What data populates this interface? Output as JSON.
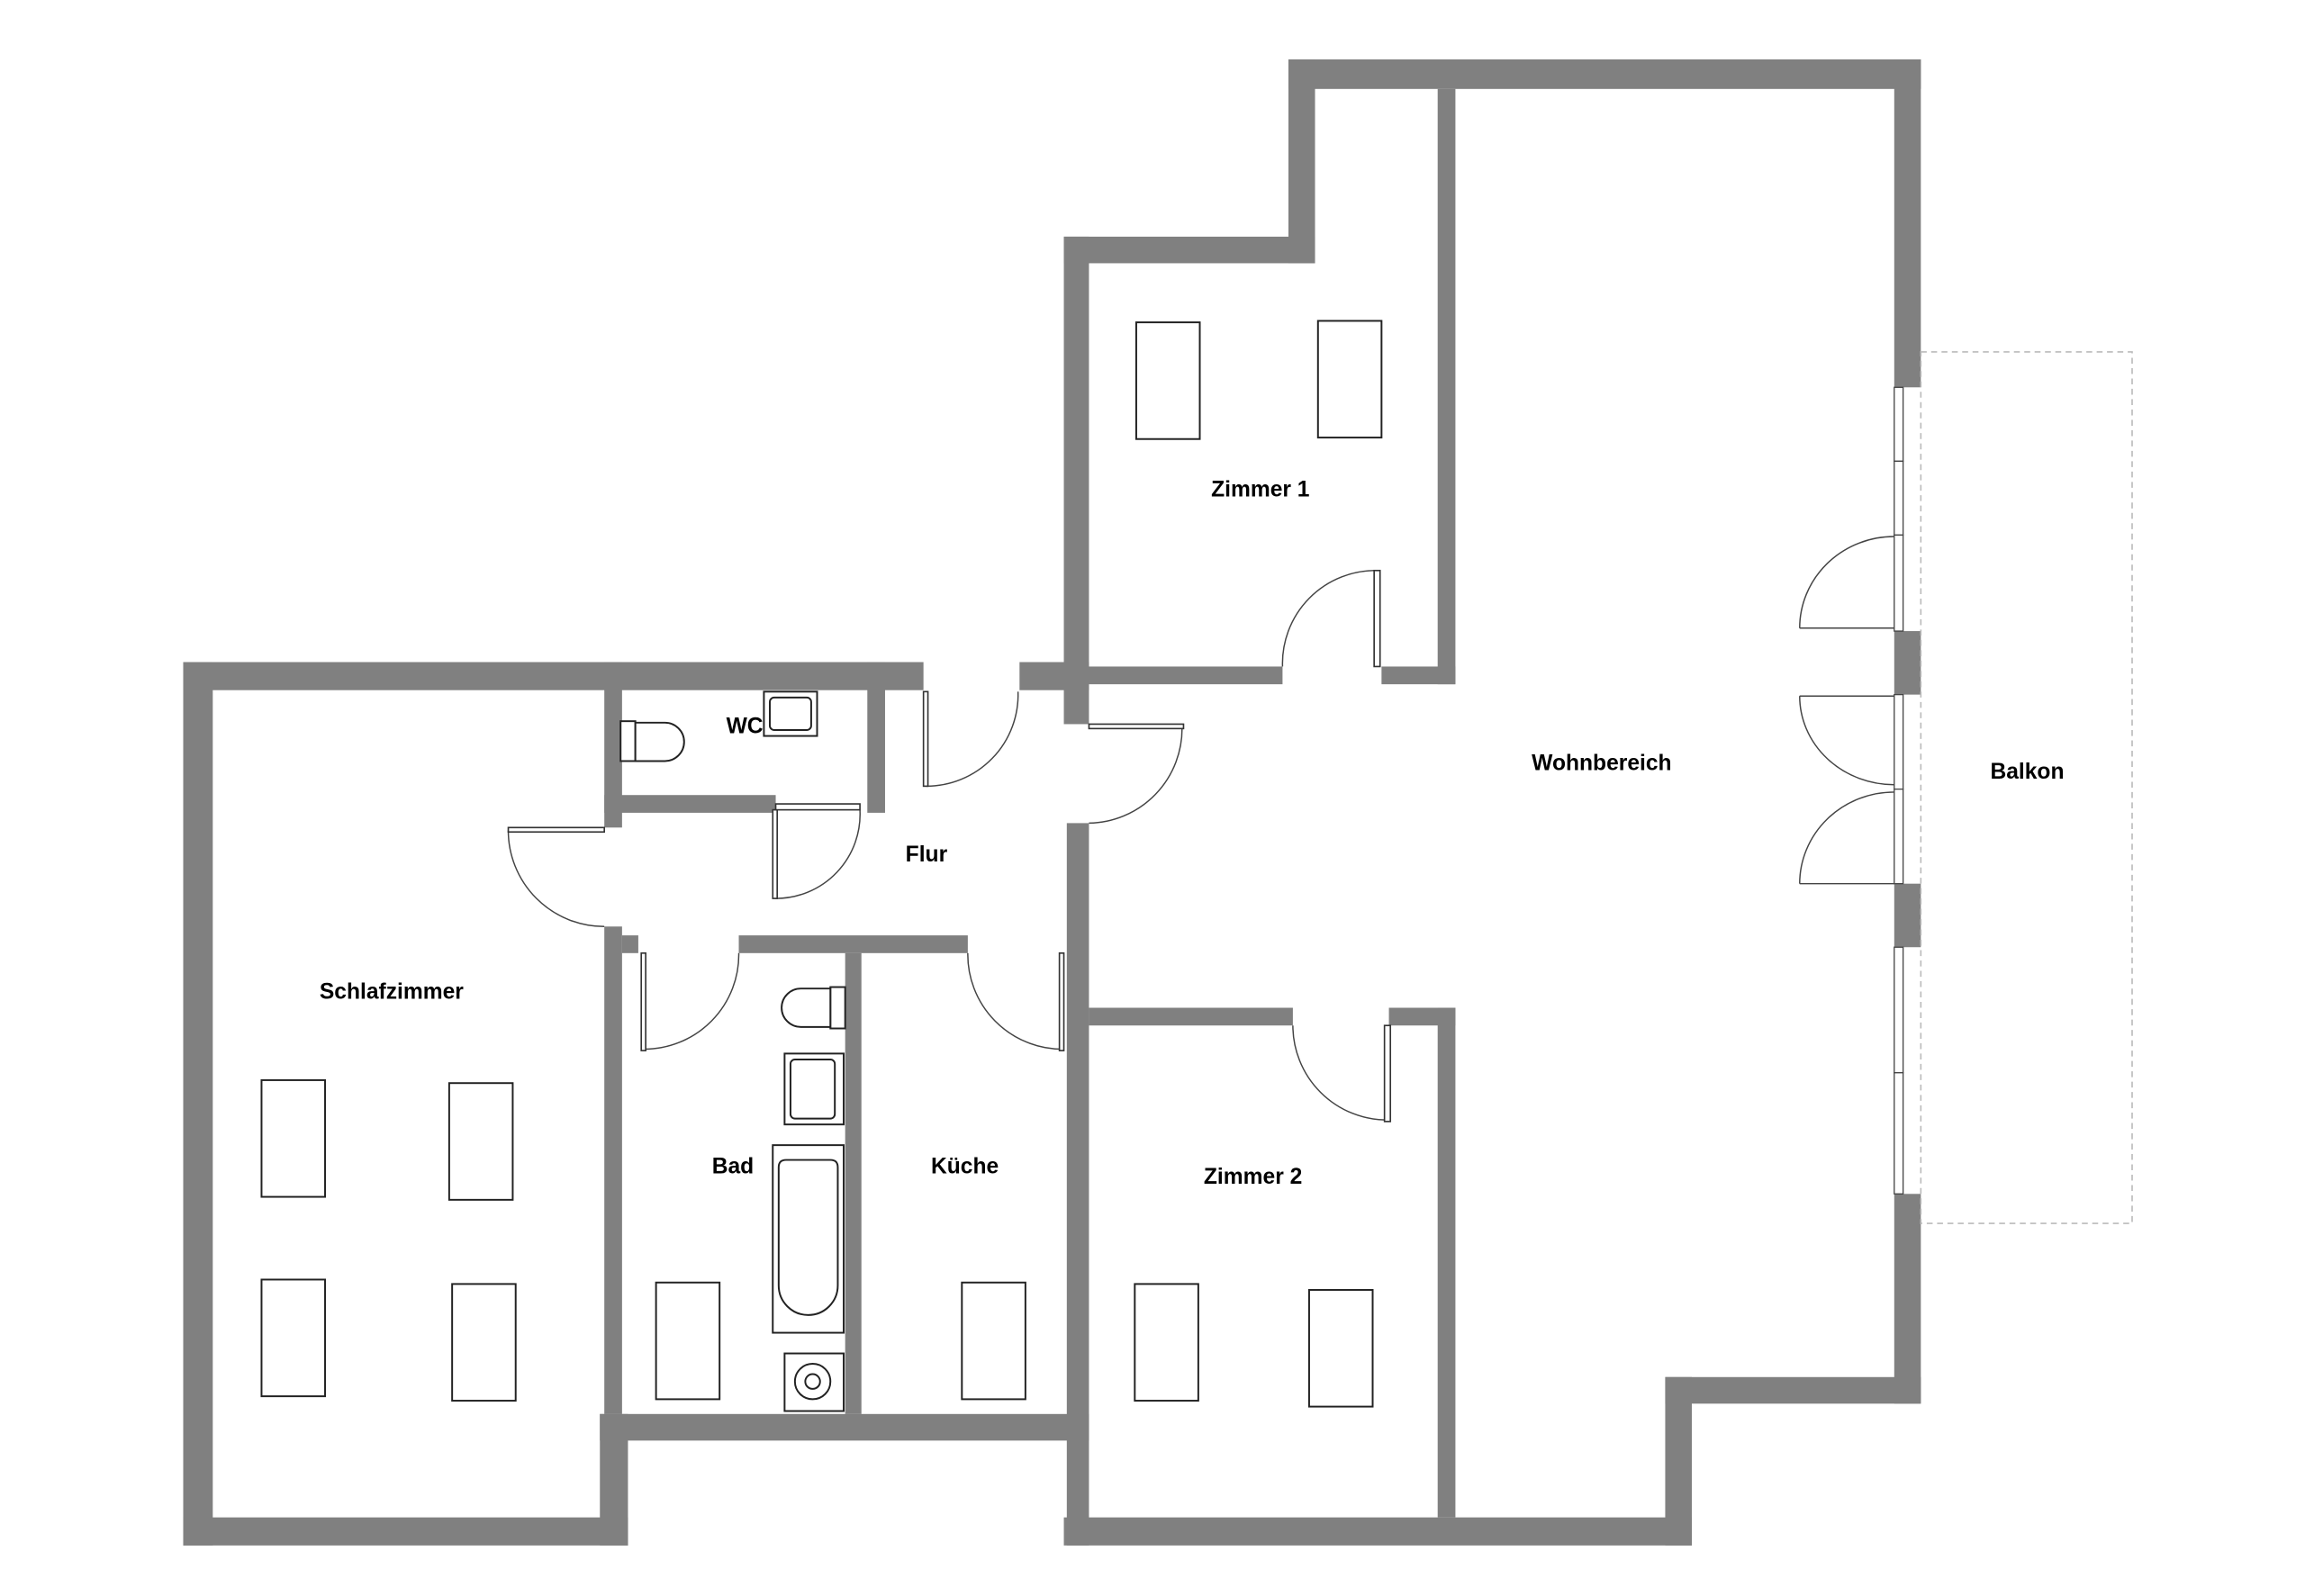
{
  "floorplan": {
    "rooms": {
      "schlafzimmer": "Schlafzimmer",
      "wc": "WC",
      "flur": "Flur",
      "bad": "Bad",
      "kueche": "Küche",
      "zimmer1": "Zimmer 1",
      "zimmer2": "Zimmer 2",
      "wohnbereich": "Wohnbereich",
      "balkon": "Balkon"
    },
    "colors": {
      "wall": "#808080",
      "background": "#ffffff"
    }
  }
}
